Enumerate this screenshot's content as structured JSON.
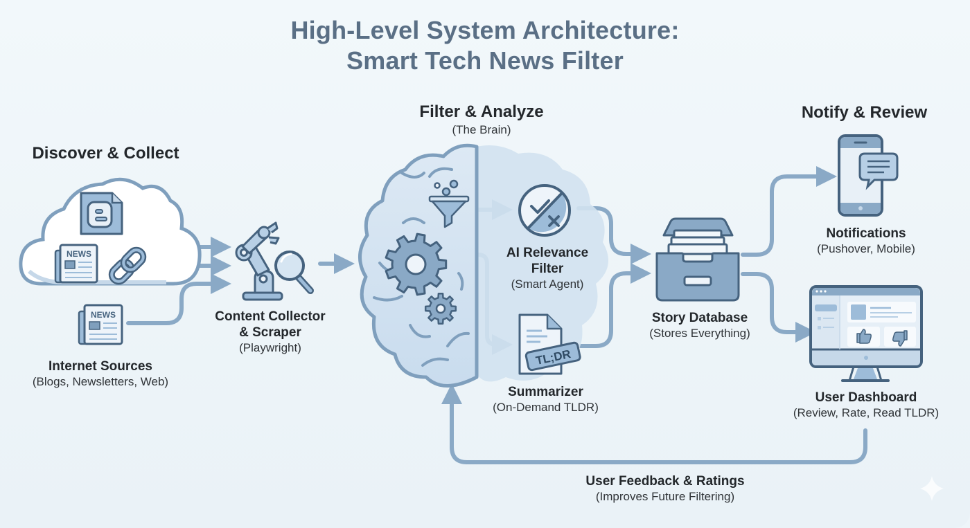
{
  "title": {
    "line1": "High-Level System Architecture:",
    "line2": "Smart Tech News Filter"
  },
  "stages": {
    "discover": {
      "label": "Discover & Collect"
    },
    "analyze": {
      "label": "Filter & Analyze",
      "sublabel": "(The Brain)"
    },
    "notify": {
      "label": "Notify & Review"
    }
  },
  "nodes": {
    "sources": {
      "label": "Internet Sources",
      "sublabel": "(Blogs, Newsletters, Web)",
      "icons": [
        "cloud-icon",
        "blog-document-icon",
        "newspaper-icon",
        "link-chain-icon",
        "newspaper-icon"
      ],
      "news_badge": "NEWS"
    },
    "collector": {
      "label_line1": "Content Collector",
      "label_line2": "& Scraper",
      "sublabel": "(Playwright)",
      "icons": [
        "robot-arm-icon",
        "magnifier-icon"
      ]
    },
    "relevance": {
      "label_line1": "AI Relevance",
      "label_line2": "Filter",
      "sublabel": "(Smart Agent)",
      "icon": "check-cross-icon"
    },
    "summarizer": {
      "label": "Summarizer",
      "sublabel": "(On-Demand TLDR)",
      "icon": "tldr-document-icon",
      "badge": "TL;DR"
    },
    "database": {
      "label": "Story Database",
      "sublabel": "(Stores Everything)",
      "icon": "file-drawer-icon"
    },
    "notifications": {
      "label": "Notifications",
      "sublabel": "(Pushover, Mobile)",
      "icon": "phone-message-icon"
    },
    "dashboard": {
      "label": "User Dashboard",
      "sublabel": "(Review, Rate, Read TLDR)",
      "icon": "monitor-dashboard-icon"
    }
  },
  "feedback": {
    "label": "User Feedback & Ratings",
    "sublabel": "(Improves Future Filtering)"
  },
  "colors": {
    "title": "#5a6f85",
    "line": "#8aa9c6",
    "stroke": "#45627e",
    "fill_light": "#d6e5f2",
    "fill_mid": "#9dbcd9",
    "background": "#eef5f9"
  }
}
